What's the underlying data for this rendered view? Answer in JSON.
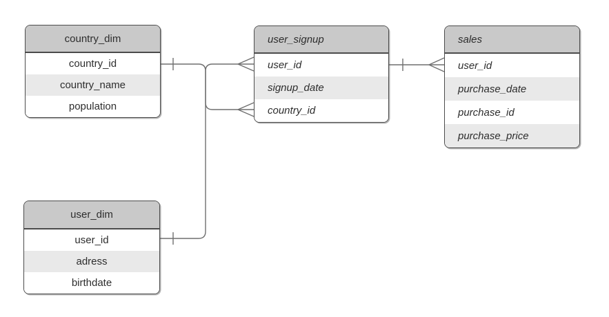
{
  "diagram": {
    "type": "entity-relationship",
    "background": "#ffffff",
    "colors": {
      "header_bg": "#c9c9c9",
      "row_alt_bg": "#e9e9e9",
      "row_bg": "#ffffff",
      "border": "#4b4b4b",
      "connector": "#6f6f6f",
      "text": "#2d2d2d"
    },
    "tables": [
      {
        "id": "country_dim",
        "title": "country_dim",
        "text_style": "regular-centered",
        "rows": [
          "country_id",
          "country_name",
          "population"
        ]
      },
      {
        "id": "user_dim",
        "title": "user_dim",
        "text_style": "regular-centered",
        "rows": [
          "user_id",
          "adress",
          "birthdate"
        ]
      },
      {
        "id": "user_signup",
        "title": "user_signup",
        "text_style": "italic-left",
        "rows": [
          "user_id",
          "signup_date",
          "country_id"
        ]
      },
      {
        "id": "sales",
        "title": "sales",
        "text_style": "italic-left",
        "rows": [
          "user_id",
          "purchase_date",
          "purchase_id",
          "purchase_price"
        ]
      }
    ],
    "relationships": [
      {
        "from": "country_dim.country_id",
        "to": "user_signup.country_id",
        "from_cardinality": "one",
        "to_cardinality": "many"
      },
      {
        "from": "user_dim.user_id",
        "to": "user_signup.user_id",
        "from_cardinality": "one",
        "to_cardinality": "many"
      },
      {
        "from": "user_signup.user_id",
        "to": "sales.user_id",
        "from_cardinality": "one",
        "to_cardinality": "many"
      }
    ]
  }
}
